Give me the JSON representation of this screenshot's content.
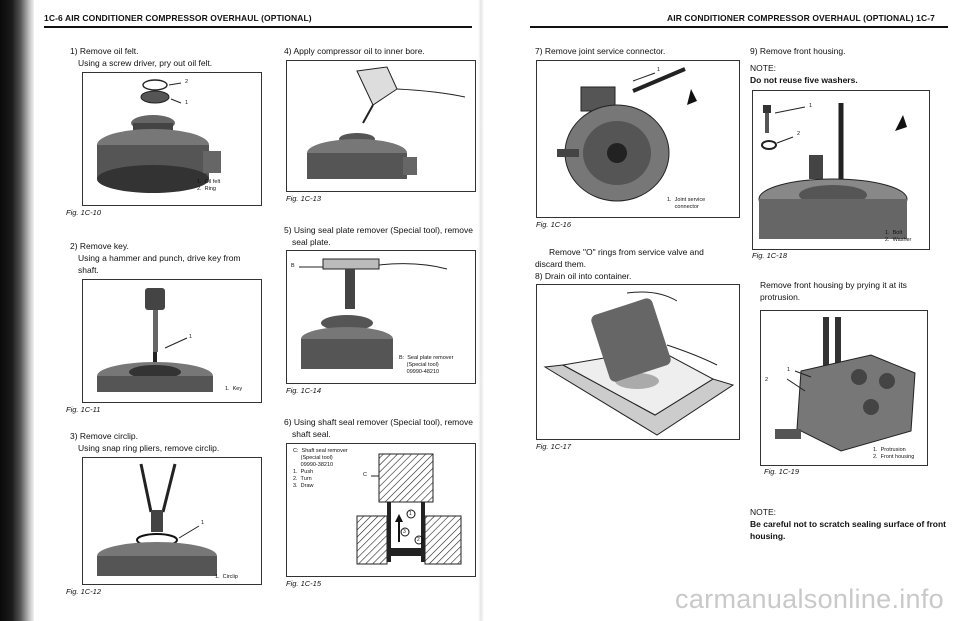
{
  "left_header": "1C-6 AIR CONDITIONER COMPRESSOR OVERHAUL (OPTIONAL)",
  "right_header": "AIR CONDITIONER COMPRESSOR OVERHAUL (OPTIONAL) 1C-7",
  "steps": {
    "s1_title": "1) Remove oil felt.",
    "s1_body": "Using a screw driver, pry out oil felt.",
    "s2_title": "2) Remove key.",
    "s2_body1": "Using a hammer and punch, drive key from",
    "s2_body2": "shaft.",
    "s3_title": "3) Remove circlip.",
    "s3_body": "Using snap ring pliers, remove circlip.",
    "s4_title": "4) Apply compressor oil to inner bore.",
    "s5_title": "5) Using seal plate remover (Special tool), remove",
    "s5_body": "seal plate.",
    "s6_title": "6) Using shaft seal remover (Special tool), remove",
    "s6_body": "shaft seal.",
    "s7_title": "7) Remove joint service connector.",
    "s7_body1": "Remove \"O\" rings from service valve and",
    "s7_body2": "discard them.",
    "s8_title": "8) Drain oil into container.",
    "s9_title": "9) Remove front housing.",
    "note1_label": "NOTE:",
    "note1_text": "Do not reuse five washers.",
    "s9_body1": "Remove front housing by prying it at its",
    "s9_body2": "protrusion.",
    "note2_label": "NOTE:",
    "note2_text1": "Be careful not to scratch sealing surface of front",
    "note2_text2": "housing."
  },
  "figures": {
    "f10": {
      "caption": "Fig. 1C-10",
      "legend": "1.  Oil felt\n2.  Ring",
      "c1": "1",
      "c2": "2"
    },
    "f11": {
      "caption": "Fig. 1C-11",
      "legend": "1.  Key",
      "c1": "1"
    },
    "f12": {
      "caption": "Fig. 1C-12",
      "legend": "1.  Circlip",
      "c1": "1"
    },
    "f13": {
      "caption": "Fig. 1C-13"
    },
    "f14": {
      "caption": "Fig. 1C-14",
      "legend": "B:  Seal plate remover\n     (Special tool)\n     09990-48210",
      "cB": "B"
    },
    "f15": {
      "caption": "Fig. 1C-15",
      "legend": "C:  Shaft seal remover\n     (Special tool)\n     09990-38210\n1.  Push\n2.  Turn\n3.  Draw",
      "cC": "C",
      "n1": "1",
      "n2": "2",
      "n3": "3"
    },
    "f16": {
      "caption": "Fig. 1C-16",
      "legend": "1.  Joint service\n     connector",
      "c1": "1"
    },
    "f17": {
      "caption": "Fig. 1C-17"
    },
    "f18": {
      "caption": "Fig. 1C-18",
      "legend": "1.  Bolt\n2.  Washer",
      "c1": "1",
      "c2": "2"
    },
    "f19": {
      "caption": "Fig. 1C-19",
      "legend": "1.  Protrusion\n2.  Front housing",
      "c1": "1",
      "c2": "2"
    }
  },
  "watermark": "carmanualsonline.info"
}
